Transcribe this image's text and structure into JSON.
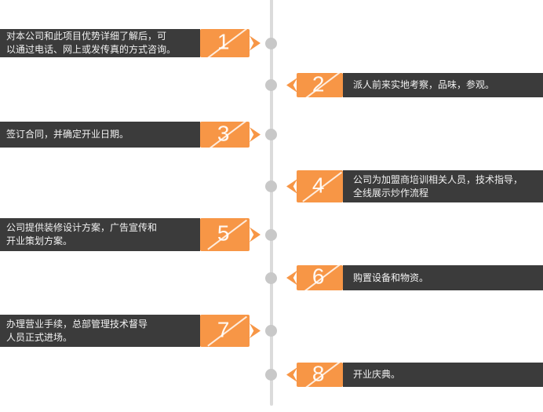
{
  "colors": {
    "orange": "#f79646",
    "dark": "#3b3b3b",
    "line": "#dbdbdb",
    "dot": "#c8c8c8",
    "text": "#f2f2f2"
  },
  "steps": [
    {
      "number": "1",
      "side": "left",
      "text": "对本公司和此项目优势详细了解后，可\n以通过电话、网上或发传真的方式咨询。"
    },
    {
      "number": "2",
      "side": "right",
      "text": "派人前来实地考察，品味，参观。"
    },
    {
      "number": "3",
      "side": "left",
      "text": "签订合同，并确定开业日期。"
    },
    {
      "number": "4",
      "side": "right",
      "text": "公司为加盟商培训相关人员，技术指导，\n全线展示炒作流程"
    },
    {
      "number": "5",
      "side": "left",
      "text": "公司提供装修设计方案，广告宣传和\n开业策划方案。"
    },
    {
      "number": "6",
      "side": "right",
      "text": "购置设备和物资。"
    },
    {
      "number": "7",
      "side": "left",
      "text": "办理营业手续，总部管理技术督导\n人员正式进场。"
    },
    {
      "number": "8",
      "side": "right",
      "text": "开业庆典。"
    }
  ]
}
